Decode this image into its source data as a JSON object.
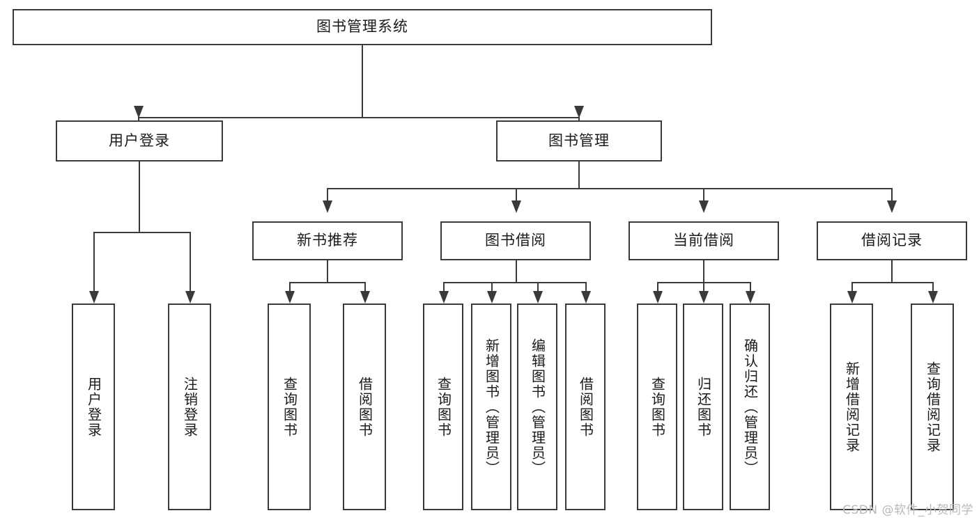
{
  "diagram": {
    "title": "图书管理系统",
    "type": "hierarchy-tree",
    "watermark": "CSDN @软件_小贺同学",
    "colors": {
      "border": "#3a3a3a",
      "background": "#ffffff",
      "text": "#1a1a1a",
      "watermark": "#b9b9b9"
    },
    "root": {
      "label": "图书管理系统"
    },
    "level2": [
      {
        "label": "用户登录"
      },
      {
        "label": "图书管理"
      }
    ],
    "level3": [
      {
        "label": "新书推荐"
      },
      {
        "label": "图书借阅"
      },
      {
        "label": "当前借阅"
      },
      {
        "label": "借阅记录"
      }
    ],
    "leaves": {
      "user_login": [
        {
          "label": "用户登录"
        },
        {
          "label": "注销登录"
        }
      ],
      "new_book_recommend": [
        {
          "label": "查询图书"
        },
        {
          "label": "借阅图书"
        }
      ],
      "book_borrow": [
        {
          "label": "查询图书"
        },
        {
          "label": "新增图书（管理员）"
        },
        {
          "label": "编辑图书（管理员）"
        },
        {
          "label": "借阅图书"
        }
      ],
      "current_borrow": [
        {
          "label": "查询图书"
        },
        {
          "label": "归还图书"
        },
        {
          "label": "确认归还（管理员）"
        }
      ],
      "borrow_record": [
        {
          "label": "新增借阅记录"
        },
        {
          "label": "查询借阅记录"
        }
      ]
    }
  }
}
